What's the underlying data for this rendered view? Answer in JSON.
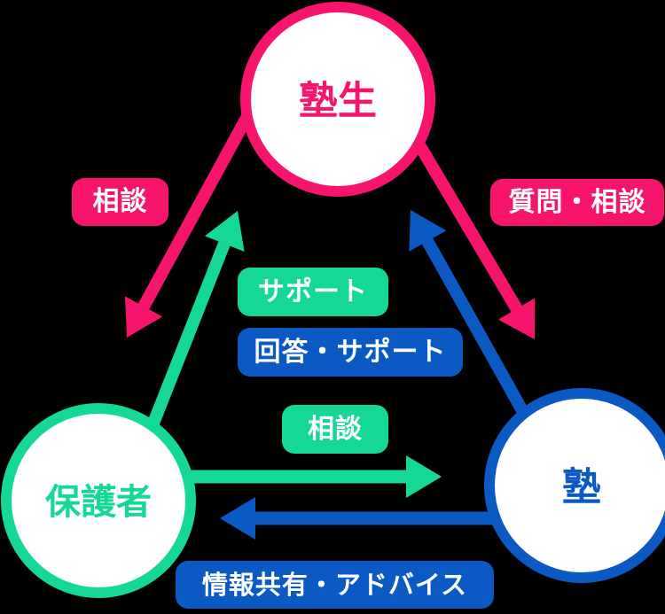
{
  "diagram": {
    "type": "triangle-relationship",
    "background_color": "#000000",
    "nodes": {
      "student": {
        "label": "塾生",
        "color": "#F7146D"
      },
      "parent": {
        "label": "保護者",
        "color": "#15D798"
      },
      "school": {
        "label": "塾",
        "color": "#0B5AC4"
      }
    },
    "edges": {
      "student_to_parent": {
        "label": "相談",
        "color": "#F7146D",
        "direction": "top node to bottom-left node"
      },
      "parent_to_student": {
        "label": "サポート",
        "color": "#15D798",
        "direction": "bottom-left node to top node"
      },
      "student_to_school": {
        "label": "質問・相談",
        "color": "#F7146D",
        "direction": "top node to bottom-right node"
      },
      "school_to_student": {
        "label": "回答・サポート",
        "color": "#0B5AC4",
        "direction": "bottom-right node to top node"
      },
      "parent_to_school": {
        "label": "相談",
        "color": "#15D798",
        "direction": "bottom-left node to bottom-right node"
      },
      "school_to_parent": {
        "label": "情報共有・アドバイス",
        "color": "#0B5AC4",
        "direction": "bottom-right node to bottom-left node"
      }
    },
    "badge_text_color": "#FFFFFF",
    "node_fill_color": "#FFFFFF"
  }
}
